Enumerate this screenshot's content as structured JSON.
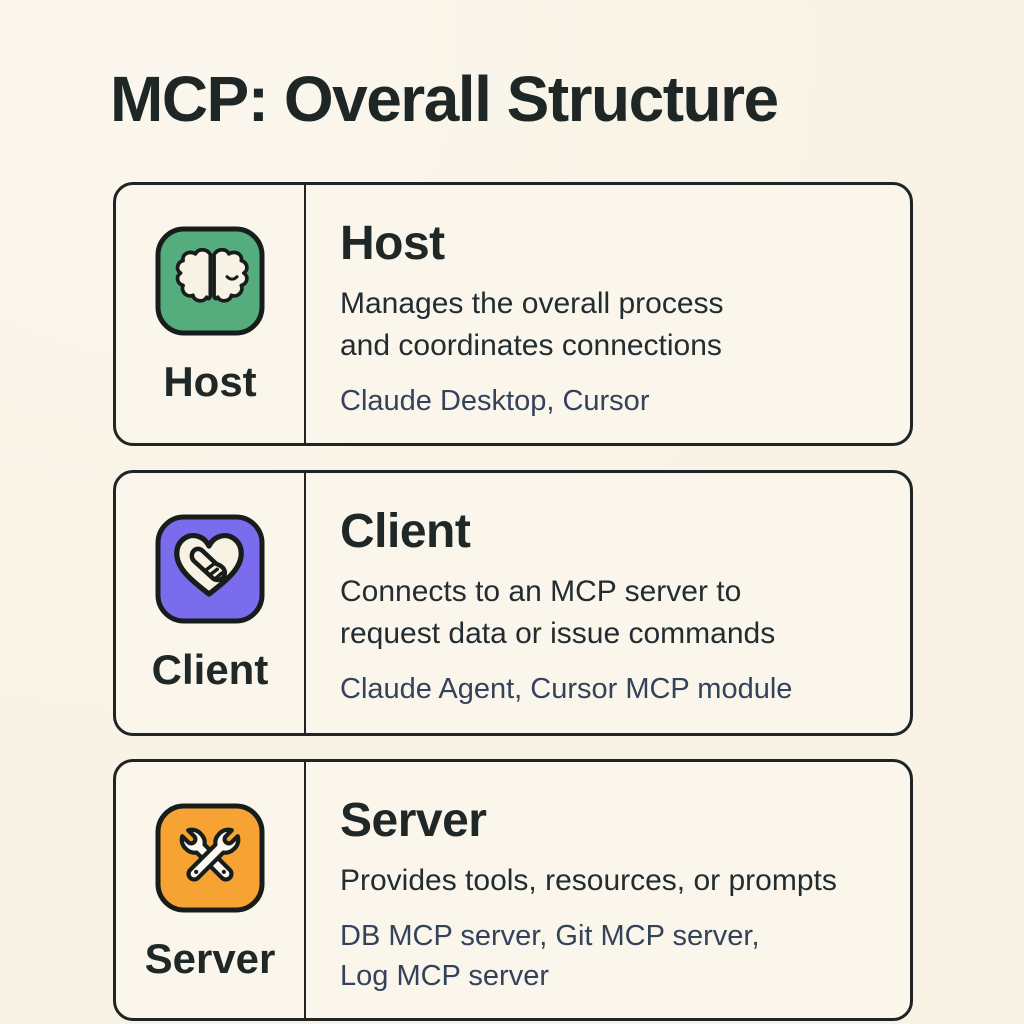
{
  "page": {
    "title": "MCP: Overall Structure",
    "background_color": "#f8f3e5",
    "card_background_color": "#faf6ec",
    "border_color": "#1f2524",
    "heading_text_color": "#1f2827",
    "example_text_color": "#34435a"
  },
  "cards": [
    {
      "id": "host",
      "label": "Host",
      "icon": "brain-icon",
      "icon_color": "#55ad7e",
      "heading": "Host",
      "description": "Manages the overall process\nand coordinates connections",
      "examples": "Claude Desktop, Cursor"
    },
    {
      "id": "client",
      "label": "Client",
      "icon": "handshake-heart-icon",
      "icon_color": "#7b6cee",
      "heading": "Client",
      "description": "Connects to an MCP server to\nrequest data or issue commands",
      "examples": "Claude Agent, Cursor MCP module"
    },
    {
      "id": "server",
      "label": "Server",
      "icon": "crossed-tools-icon",
      "icon_color": "#f6a333",
      "heading": "Server",
      "description": "Provides tools, resources, or prompts",
      "examples": "DB MCP server, Git MCP server,\nLog MCP server"
    }
  ]
}
